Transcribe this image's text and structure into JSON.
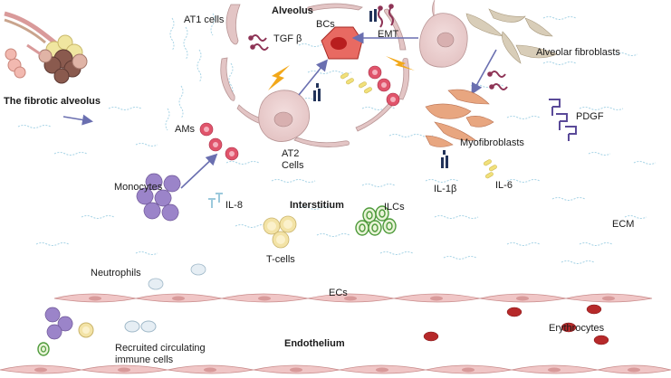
{
  "labels": {
    "alveolus": "Alveolus",
    "fibrotic_alveolus": "The fibrotic alveolus",
    "at1": "AT1 cells",
    "tgf": "TGF β",
    "bcs": "BCs",
    "emt": "EMT",
    "alveolar_fibroblasts": "Alveolar fibroblasts",
    "pdgf": "PDGF",
    "ams": "AMs",
    "at2_line1": "AT2",
    "at2_line2": "Cells",
    "myofibroblasts": "Myofibroblasts",
    "il1b": "IL-1β",
    "il6": "IL-6",
    "monocytes": "Monocytes",
    "il8": "IL-8",
    "interstitium": "Interstitium",
    "ilcs": "ILCs",
    "ecm": "ECM",
    "tcells": "T-cells",
    "neutrophils": "Neutrophils",
    "ecs": "ECs",
    "erythrocytes": "Erythrocytes",
    "endothelium": "Endothelium",
    "recruited_line1": "Recruited circulating",
    "recruited_line2": "immune cells"
  },
  "colors": {
    "tissue": "#e8c9c9",
    "tissue_stroke": "#b89595",
    "ecm_fiber": "#a8d4e6",
    "arrow": "#6a6fb0",
    "bc_red": "#d9352f",
    "lightning": "#f2a81a",
    "monocyte": "#9b84c9",
    "tcell": "#f3e3a6",
    "ilc": "#4e9a3b",
    "neutrophil": "#cfdfea",
    "erythrocyte": "#b6292a",
    "macrophage": "#e0546b",
    "fibroblast": "#d8cdb8",
    "myofibroblast": "#e8a680",
    "endothelial": "#f0c6c6",
    "pdgf": "#5a4a99",
    "tgf": "#8e3456",
    "il6": "#f1e07a",
    "il8": "#9cc9dc"
  }
}
